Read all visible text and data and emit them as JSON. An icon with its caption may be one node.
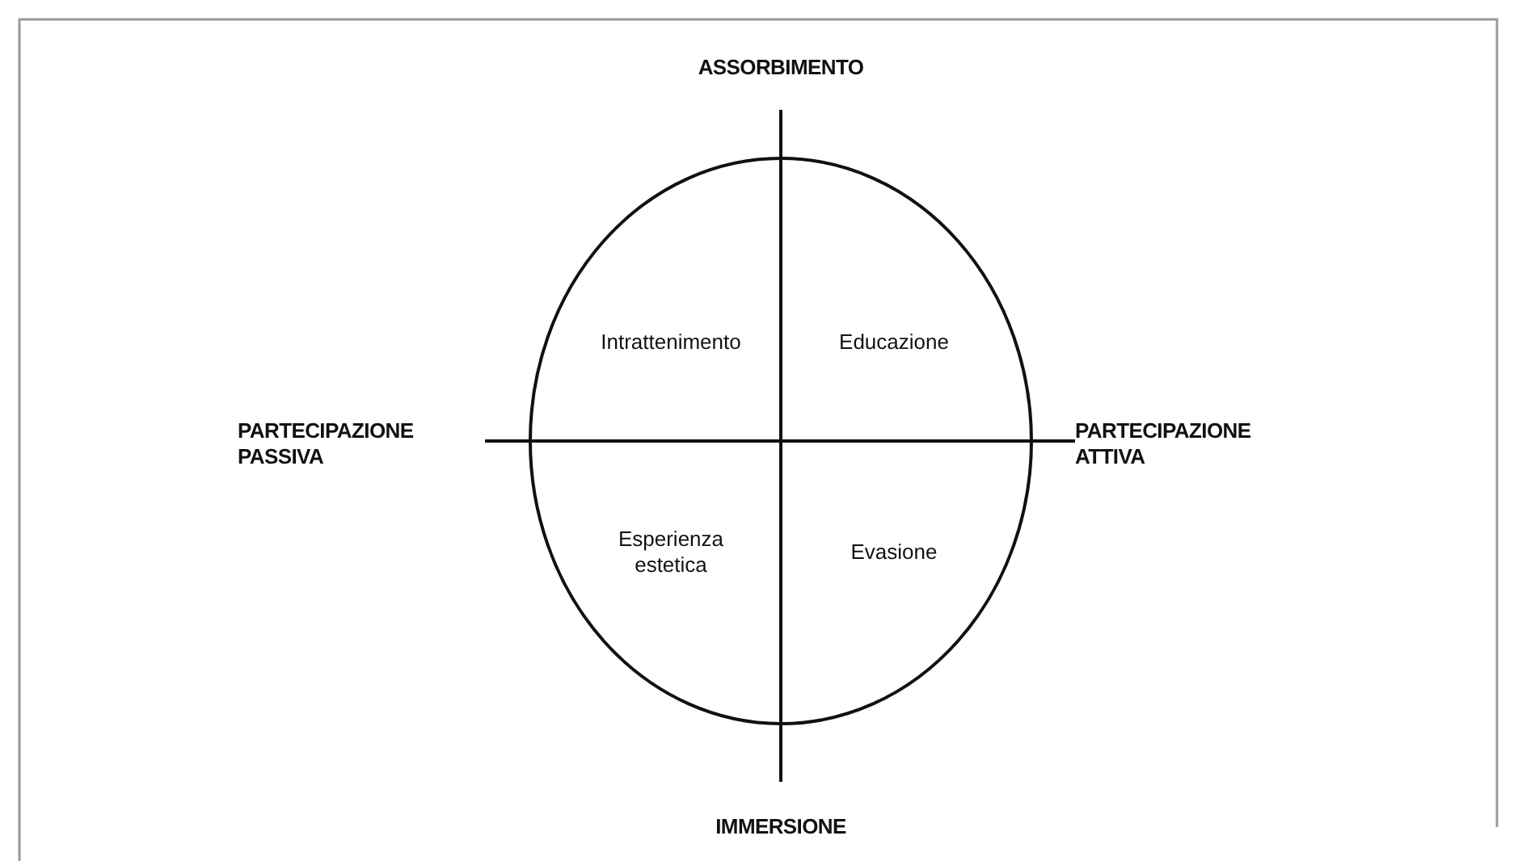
{
  "diagram": {
    "labels": [
      "ASSORBIMENTO",
      "Intrattenimento",
      "Educazione",
      "PARTECIPAZIONE PASSIVA",
      "PARTECIPAZIONE ATTIVA",
      "Esperienza estetica",
      "Evasione",
      "IMMERSIONE"
    ]
  }
}
